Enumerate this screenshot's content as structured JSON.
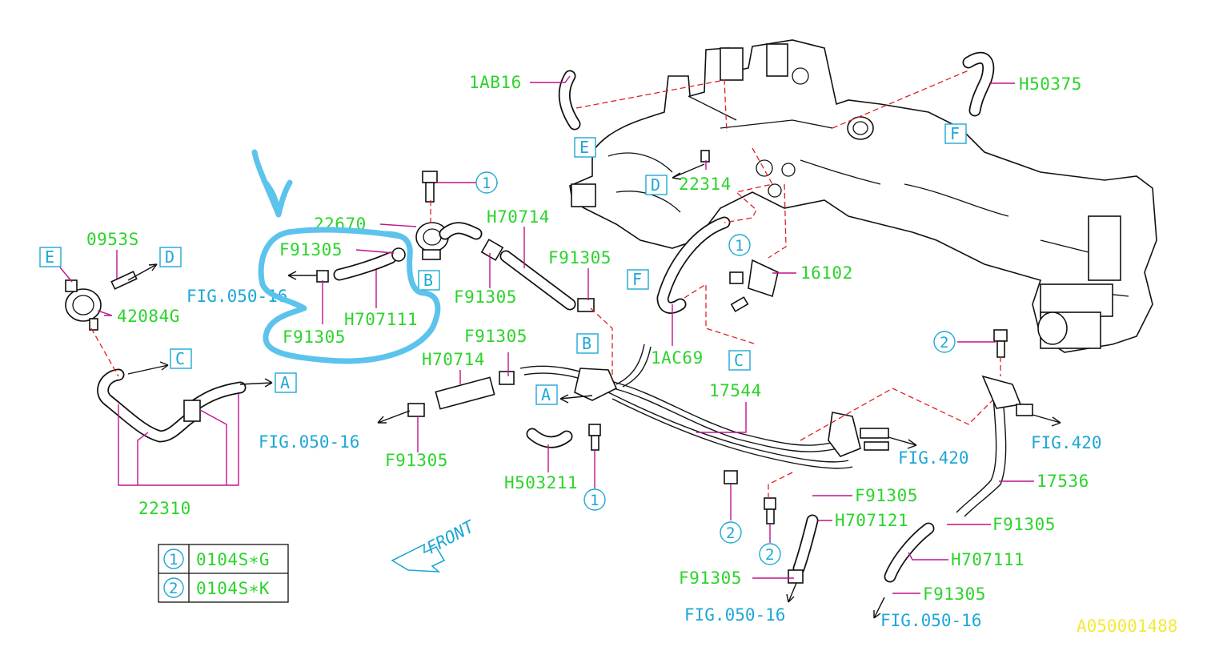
{
  "labels": {
    "p_1AB16": "1AB16",
    "p_H50375": "H50375",
    "p_22314": "22314",
    "p_22670": "22670",
    "p_H70714_top": "H70714",
    "p_F91305_a": "F91305",
    "p_F91305_b": "F91305",
    "p_F91305_c": "F91305",
    "p_F91305_d": "F91305",
    "p_0953S": "0953S",
    "p_42084G": "42084G",
    "p_H707111_a": "H707111",
    "p_F91305_e": "F91305",
    "p_16102": "16102",
    "p_1AC69": "1AC69",
    "p_H70714_mid": "H70714",
    "p_F91305_f": "F91305",
    "p_17544": "17544",
    "p_H503211": "H503211",
    "p_22310": "22310",
    "p_F91305_g": "F91305",
    "p_H707121": "H707121",
    "p_17536": "17536",
    "p_F91305_h": "F91305",
    "p_H707111_b": "H707111",
    "p_F91305_i": "F91305",
    "p_F91305_j": "F91305"
  },
  "refs": {
    "fig050_16_a": "FIG.050-16",
    "fig050_16_b": "FIG.050-16",
    "fig050_16_c": "FIG.050-16",
    "fig050_16_d": "FIG.050-16",
    "fig420_a": "FIG.420",
    "fig420_b": "FIG.420"
  },
  "connectors": {
    "E": "E",
    "F": "F",
    "D": "D",
    "B": "B",
    "C": "C",
    "A": "A"
  },
  "bolt_callouts": {
    "one": "1",
    "two": "2"
  },
  "legend": [
    {
      "num": "1",
      "part": "0104S∗G"
    },
    {
      "num": "2",
      "part": "0104S∗K"
    }
  ],
  "front_label": "FRONT",
  "diagram_id": "A050001488",
  "colors": {
    "part_number": "#2bd42b",
    "reference": "#1ea7d6",
    "leader": "#c0148c",
    "dashed_link": "#e02020",
    "id_stamp": "#f2ea3a",
    "annotation": "#5cc3ec"
  }
}
